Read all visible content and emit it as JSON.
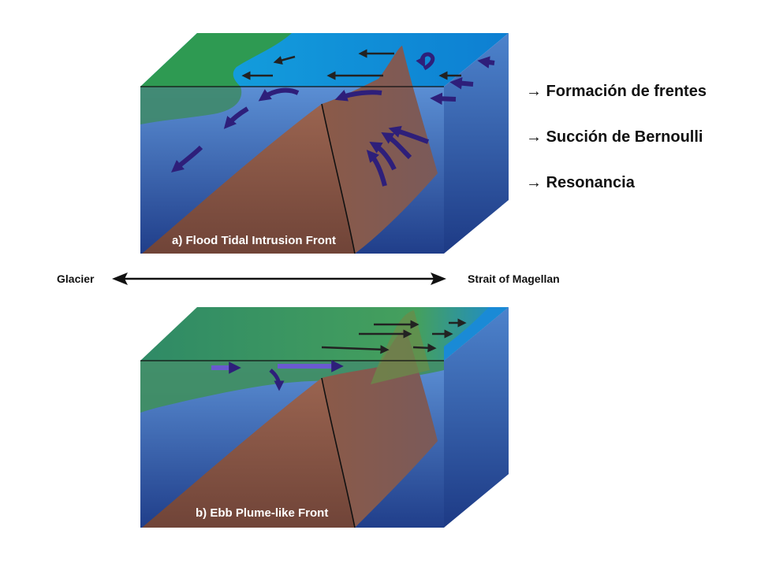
{
  "bullets": [
    "→ Formación de frentes",
    "→ Succión de Bernoulli",
    "→ Resonancia"
  ],
  "axis": {
    "left_label": "Glacier",
    "right_label": "Strait of Magellan"
  },
  "panels": {
    "top_title": "a) Flood Tidal Intrusion Front",
    "bottom_title": "b) Ebb Plume-like Front"
  },
  "colors": {
    "arrow_purple": "#2e1f7a",
    "arrow_black": "#222222",
    "seafloor_brown": "#8a5746",
    "water_blue": "#2f5fb0",
    "glacier_water_green": "#2e9a52",
    "ocean_surface_blue": "#1e9be0"
  }
}
